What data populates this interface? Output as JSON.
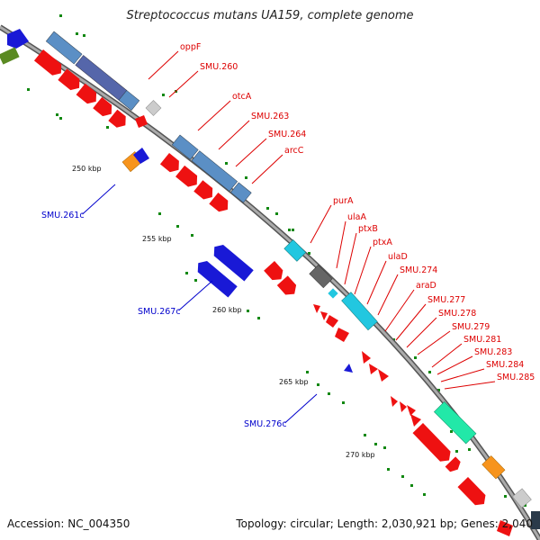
{
  "title": "Streptococcus mutans UA159, complete genome",
  "accession": "Accession: NC_004350",
  "topology": "Topology: circular; Length: 2,030,921 bp; Genes: 2,040",
  "ticks": [
    {
      "label": "250 kbp"
    },
    {
      "label": "255 kbp"
    },
    {
      "label": "260 kbp"
    },
    {
      "label": "265 kbp"
    },
    {
      "label": "270 kbp"
    }
  ],
  "plus_labels": [
    "oppF",
    "SMU.260",
    "otcA",
    "SMU.263",
    "SMU.264",
    "arcC",
    "purA",
    "ulaA",
    "ptxB",
    "ptxA",
    "ulaD",
    "SMU.274",
    "araD",
    "SMU.277",
    "SMU.278",
    "SMU.279",
    "SMU.281",
    "SMU.283",
    "SMU.284",
    "SMU.285"
  ],
  "minus_labels": [
    "SMU.261c",
    "SMU.267c",
    "SMU.276c"
  ],
  "colors": {
    "backbone": "#999999",
    "cds_red": "#ee1111",
    "steel_blue": "#5b8fc5",
    "dark_blue": "#1919d6",
    "orange": "#f7941d",
    "cyan": "#22c7e0",
    "grey": "#bbbbbb",
    "dark_grey": "#666666",
    "green_dot": "#118811",
    "plus_label": "#dd0000",
    "minus_label": "#0000cc",
    "teal": "#22e8a8"
  }
}
